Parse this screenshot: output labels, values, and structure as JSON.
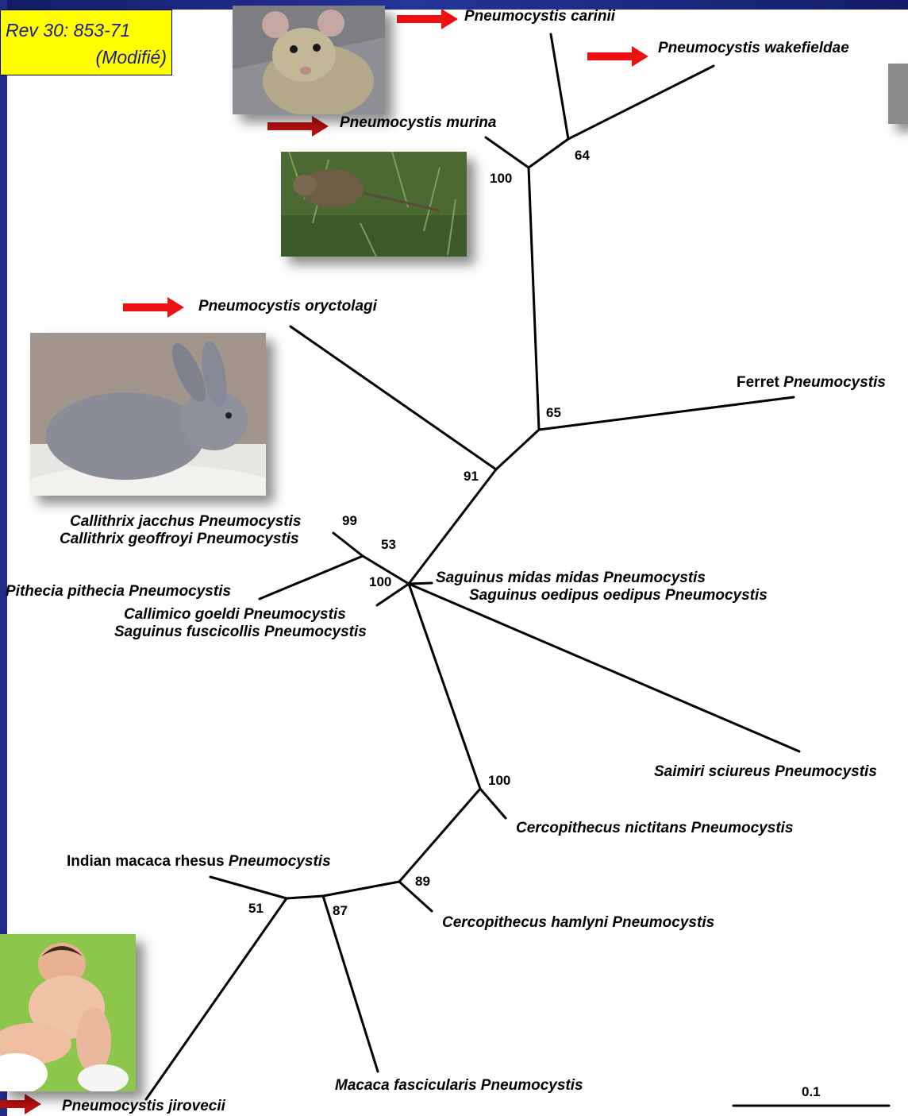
{
  "reference": {
    "line1": "Rev 30: 853-71",
    "line2": "(Modifié)"
  },
  "taxa": {
    "carinii": "Pneumocystis carinii",
    "wakefieldae": "Pneumocystis wakefieldae",
    "murina": "Pneumocystis murina",
    "oryctolagi": "Pneumocystis oryctolagi",
    "ferret_prefix": "Ferret",
    "ferret_genus": "Pneumocystis",
    "callithrix_jacchus": "Callithrix jacchus Pneumocystis",
    "callithrix_geoffroyi": "Callithrix geoffroyi Pneumocystis",
    "pithecia": "Pithecia pithecia Pneumocystis",
    "callimico": "Callimico goeldi Pneumocystis",
    "saguinus_fuscicollis": "Saguinus fuscicollis Pneumocystis",
    "saguinus_midas": "Saguinus midas midas Pneumocystis",
    "saguinus_oedipus": "Saguinus oedipus oedipus Pneumocystis",
    "saimiri": "Saimiri sciureus Pneumocystis",
    "cercopithecus_nictitans": "Cercopithecus nictitans Pneumocystis",
    "macaca_rhesus_prefix": "Indian macaca rhesus",
    "macaca_rhesus_genus": "Pneumocystis",
    "cercopithecus_hamlyni": "Cercopithecus hamlyni Pneumocystis",
    "macaca_fascicularis": "Macaca fascicularis Pneumocystis",
    "jirovecii": "Pneumocystis jirovecii"
  },
  "bootstrap": {
    "rat_clade": "64",
    "rodent_clade": "100",
    "ferret_clade": "65",
    "rabbit_clade": "91",
    "callithrix_split": "99",
    "callithrix_clade": "53",
    "tamarin_clade": "100",
    "cercopithecus_clade": "100",
    "macaca_cerco": "89",
    "macaca_fascicularis_clade": "87",
    "human_macaca": "51"
  },
  "scale_bar": {
    "label": "0.1"
  },
  "photos": {
    "rat": "rat-photo",
    "mouse": "mouse-photo",
    "rabbit": "rabbit-photo",
    "baby": "baby-photo",
    "partial": "partial-photo"
  },
  "colors": {
    "arrow_red": "#ee1111",
    "arrow_dark_red": "#b81010",
    "reference_box": "#ffff00",
    "reference_text": "#1a1f8a",
    "frame": "#1c2878"
  }
}
